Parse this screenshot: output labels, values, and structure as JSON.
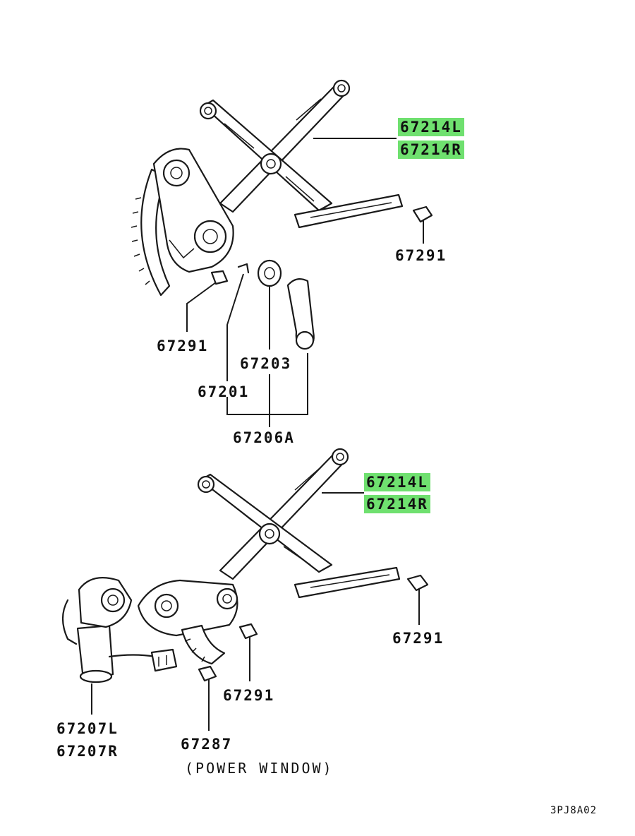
{
  "colors": {
    "background": "#ffffff",
    "linework": "#1a1a1a",
    "highlight": "#6fe06f"
  },
  "manual_regulator": {
    "regulator_part_l": "67214L",
    "regulator_part_r": "67214R",
    "bolt_right": "67291",
    "bolt_left": "67291",
    "spacer": "67203",
    "clip": "67201",
    "handle_set": "67206A"
  },
  "power_regulator": {
    "regulator_part_l": "67214L",
    "regulator_part_r": "67214R",
    "bolt_right": "67291",
    "bolt_center": "67291",
    "motor_part_l": "67207L",
    "motor_part_r": "67207R",
    "screw": "67287",
    "caption": "(POWER WINDOW)"
  },
  "diagram_ref": "3PJ8A02"
}
